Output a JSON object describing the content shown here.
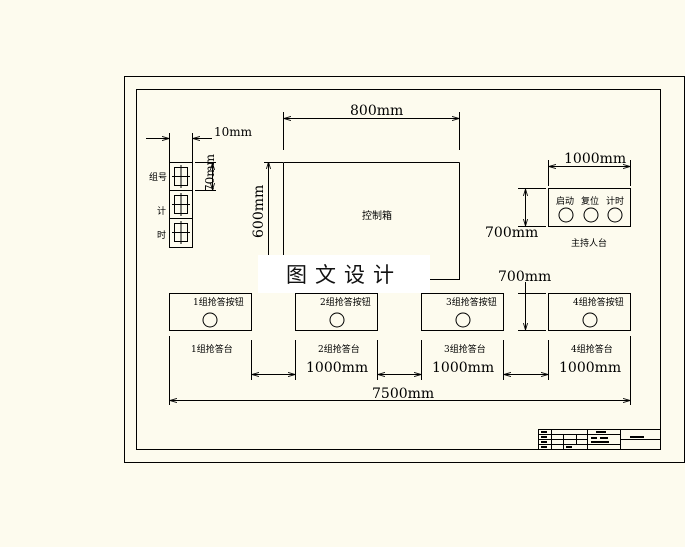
{
  "control_box": {
    "label": "控制箱",
    "width_dim": "800mm",
    "height_dim": "600mm"
  },
  "indicator": {
    "labels": [
      "组号",
      "计",
      "时"
    ],
    "dim_width": "10mm",
    "dim_height": "70mm"
  },
  "host_desk": {
    "label": "主持人台",
    "buttons": [
      "启动",
      "复位",
      "计时"
    ],
    "width_dim": "1000mm",
    "height_dim": "700mm"
  },
  "contestants": [
    {
      "button_label": "1组抢答按钮",
      "desk_label": "1组抢答台"
    },
    {
      "button_label": "2组抢答按钮",
      "desk_label": "2组抢答台"
    },
    {
      "button_label": "3组抢答按钮",
      "desk_label": "3组抢答台"
    },
    {
      "button_label": "4组抢答按钮",
      "desk_label": "4组抢答台"
    }
  ],
  "contestant_height_dim": "700mm",
  "spacing_dims": [
    "1000mm",
    "1000mm",
    "1000mm"
  ],
  "total_width_dim": "7500mm",
  "watermark": "图文设计"
}
